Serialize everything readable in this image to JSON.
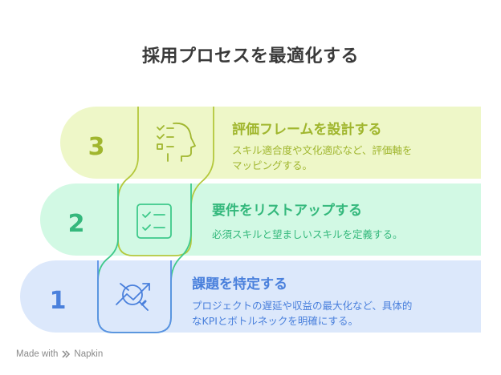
{
  "title": "採用プロセスを最適化する",
  "steps": [
    {
      "number": "3",
      "title": "評価フレームを設計する",
      "desc_line1": "スキル適合度や文化適応など、評価軸を",
      "desc_line2": "マッピングする。",
      "color": "#b4c83c",
      "title_color": "#a0b62e",
      "fill": "#eef7c8",
      "icon": "head-checklist-icon"
    },
    {
      "number": "2",
      "title": "要件をリストアップする",
      "desc_line1": "必須スキルと望ましいスキルを定義する。",
      "desc_line2": "",
      "color": "#3ec98a",
      "title_color": "#34b87c",
      "fill": "#d2f9e4",
      "icon": "checklist-board-icon"
    },
    {
      "number": "1",
      "title": "課題を特定する",
      "desc_line1": "プロジェクトの遅延や収益の最大化など、具体的",
      "desc_line2": "なKPIとボトルネックを明確にする。",
      "color": "#5a8fe6",
      "title_color": "#4a80dc",
      "fill": "#dce8fb",
      "icon": "magnifier-trend-icon"
    }
  ],
  "footer": {
    "made_with": "Made with",
    "brand": "Napkin"
  }
}
